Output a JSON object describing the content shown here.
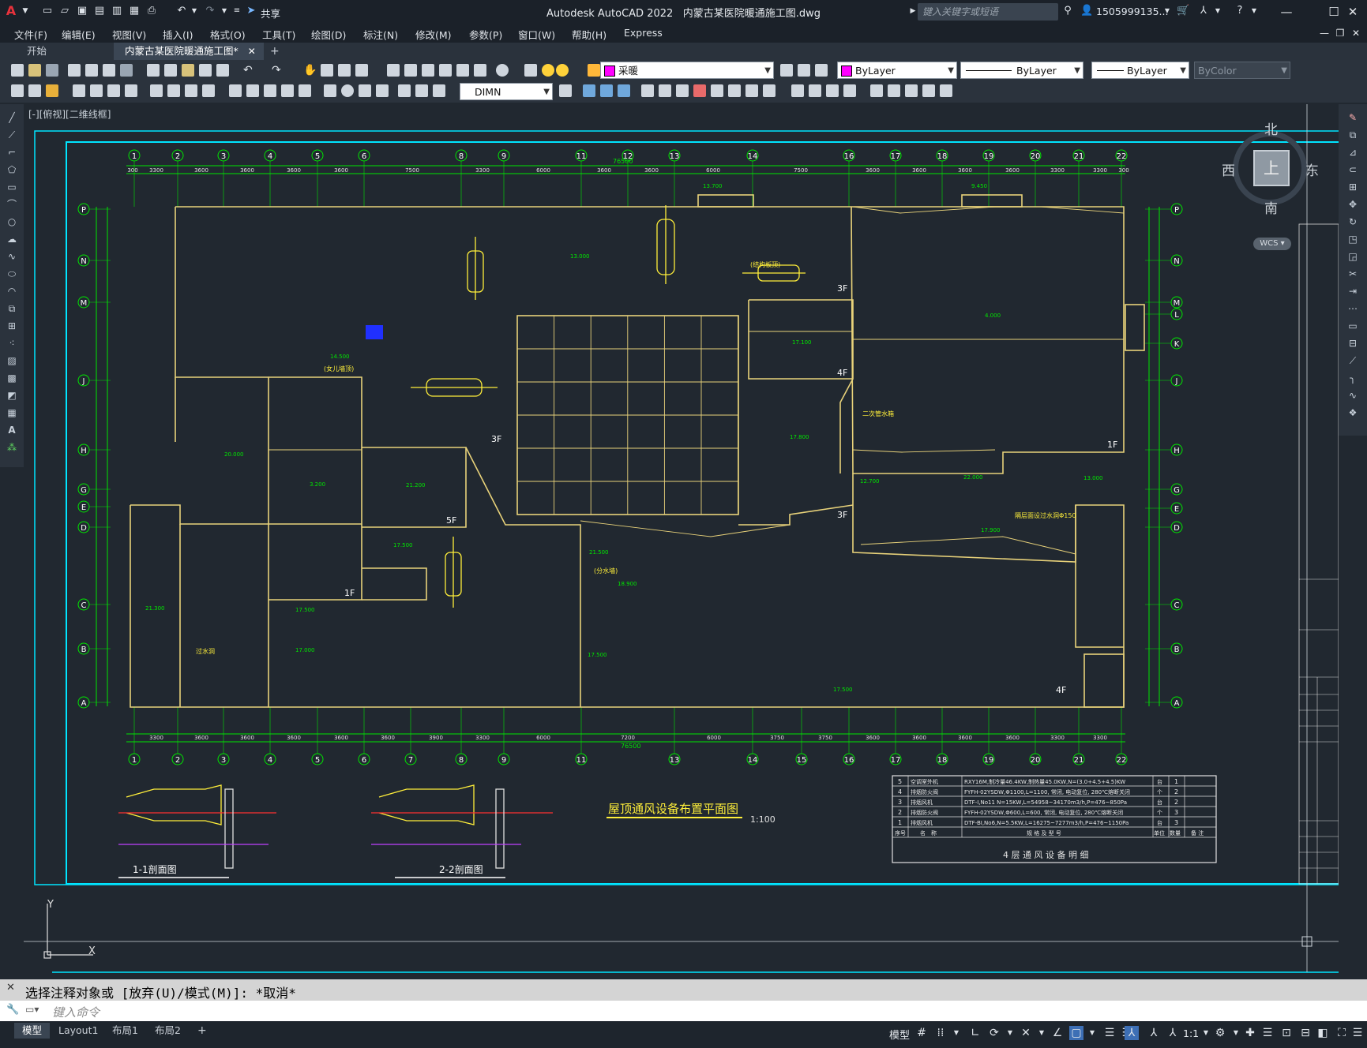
{
  "app": {
    "title": "Autodesk AutoCAD 2022",
    "file": "内蒙古某医院暖通施工图.dwg",
    "share_label": "共享",
    "search_placeholder": "键入关键字或短语",
    "user": "1505999135..."
  },
  "menu": [
    "文件(F)",
    "编辑(E)",
    "视图(V)",
    "插入(I)",
    "格式(O)",
    "工具(T)",
    "绘图(D)",
    "标注(N)",
    "修改(M)",
    "参数(P)",
    "窗口(W)",
    "帮助(H)",
    "Express"
  ],
  "tabs": [
    {
      "label": "开始"
    },
    {
      "label": "内蒙古某医院暖通施工图*"
    }
  ],
  "toolbar": {
    "layer_value": "采暖",
    "color_value": "ByLayer",
    "linetype_value": "ByLayer",
    "lineweight_value": "ByLayer",
    "plotstyle_value": "ByColor",
    "dimstyle_value": "DIMN"
  },
  "viewport": {
    "label": "[-][俯视][二维线框]"
  },
  "viewcube": {
    "north": "北",
    "south": "南",
    "east": "东",
    "west": "西",
    "top": "上",
    "wcs": "WCS"
  },
  "drawing": {
    "title": "屋顶通风设备布置平面图",
    "scale": "1:100",
    "total_dim": "76500",
    "axis_numbers": [
      "1",
      "2",
      "3",
      "4",
      "5",
      "6",
      "8",
      "9",
      "11",
      "12",
      "13",
      "14",
      "16",
      "17",
      "18",
      "19",
      "20",
      "21",
      "22"
    ],
    "axis_numbers_bottom": [
      "1",
      "2",
      "3",
      "4",
      "5",
      "6",
      "7",
      "8",
      "9",
      "11",
      "13",
      "14",
      "15",
      "16",
      "17",
      "18",
      "19",
      "20",
      "21",
      "22"
    ],
    "axis_letters": [
      "P",
      "N",
      "M",
      "J",
      "H",
      "G",
      "E",
      "D",
      "C",
      "B",
      "A"
    ],
    "axis_letters_right": [
      "P",
      "N",
      "M",
      "L",
      "K",
      "J",
      "H",
      "G",
      "E",
      "D",
      "C",
      "B",
      "A"
    ],
    "top_dims": [
      "300",
      "3300",
      "3600",
      "3600",
      "3600",
      "3600",
      "7500",
      "3300",
      "6000",
      "3600",
      "3600",
      "6000",
      "7500",
      "3600",
      "3600",
      "3600",
      "3600",
      "3300",
      "3300",
      "300"
    ],
    "bottom_dims": [
      "3300",
      "3600",
      "3600",
      "3600",
      "3600",
      "3600",
      "3900",
      "3300",
      "6000",
      "7200",
      "6000",
      "3750",
      "3750",
      "3600",
      "3600",
      "3600",
      "3600",
      "3300",
      "3300"
    ],
    "section1": "1-1剖面图",
    "section2": "2-2剖面图",
    "floor_labels": [
      "3F",
      "4F",
      "1F",
      "3F",
      "5F",
      "1F",
      "3F",
      "4F",
      "1F"
    ],
    "equip_notes": [
      "(女儿墙顶)",
      "(结构板顶)",
      "二次管水箱",
      "(分水墙)",
      "过水洞",
      "隔层面设过水洞Φ150"
    ],
    "elevations": [
      "13.700",
      "9.450",
      "13.000",
      "4.000",
      "14.500",
      "17.100",
      "17.800",
      "3.200",
      "21.200",
      "17.500",
      "12.700",
      "17.900",
      "21.500",
      "17.500",
      "18.900",
      "22.000",
      "17.000",
      "13.000",
      "17.500",
      "20.000",
      "21.300",
      "17.500"
    ],
    "table_title": "4 层 通 风 设 备 明 细",
    "table_rows": [
      {
        "no": "5",
        "name": "空调室外机",
        "spec": "RXY16M,制冷量46.4KW,制热量45.0KW,N=(3.0+4.5+4.5)KW",
        "unit": "台",
        "qty": "1"
      },
      {
        "no": "4",
        "name": "排烟防火阀",
        "spec": "FYFH-02YSDW,Φ1100,L=1100, 常闭, 电动复位, 280℃熔断关闭",
        "unit": "个",
        "qty": "2"
      },
      {
        "no": "3",
        "name": "排烟风机",
        "spec": "DTF-I,No11 N=15KW,L=54958~34170m3/h,P=476~850Pa",
        "unit": "台",
        "qty": "2"
      },
      {
        "no": "2",
        "name": "排烟防火阀",
        "spec": "FYFH-02YSDW,Φ600,L=600, 常闭, 电动复位, 280℃熔断关闭",
        "unit": "个",
        "qty": "3"
      },
      {
        "no": "1",
        "name": "排烟风机",
        "spec": "DTF-BI,No6,N=5.5KW,L=16275~7277m3/h,P=476~1150Pa",
        "unit": "台",
        "qty": "3"
      }
    ],
    "table_headers": [
      "序号",
      "名　称",
      "规 格 及 型 号",
      "单位",
      "数量",
      "备 注"
    ]
  },
  "command": {
    "history": "选择注释对象或 [放弃(U)/模式(M)]: *取消*",
    "placeholder": "键入命令"
  },
  "layouts": [
    {
      "label": "模型"
    },
    {
      "label": "Layout1"
    },
    {
      "label": "布局1"
    },
    {
      "label": "布局2"
    }
  ],
  "status": {
    "model": "模型",
    "scale": "1:1"
  },
  "colors": {
    "dim_green": "#00e600",
    "wall_yellow": "#e8d27a",
    "cyan": "#00ffff",
    "bg": "#212830"
  }
}
